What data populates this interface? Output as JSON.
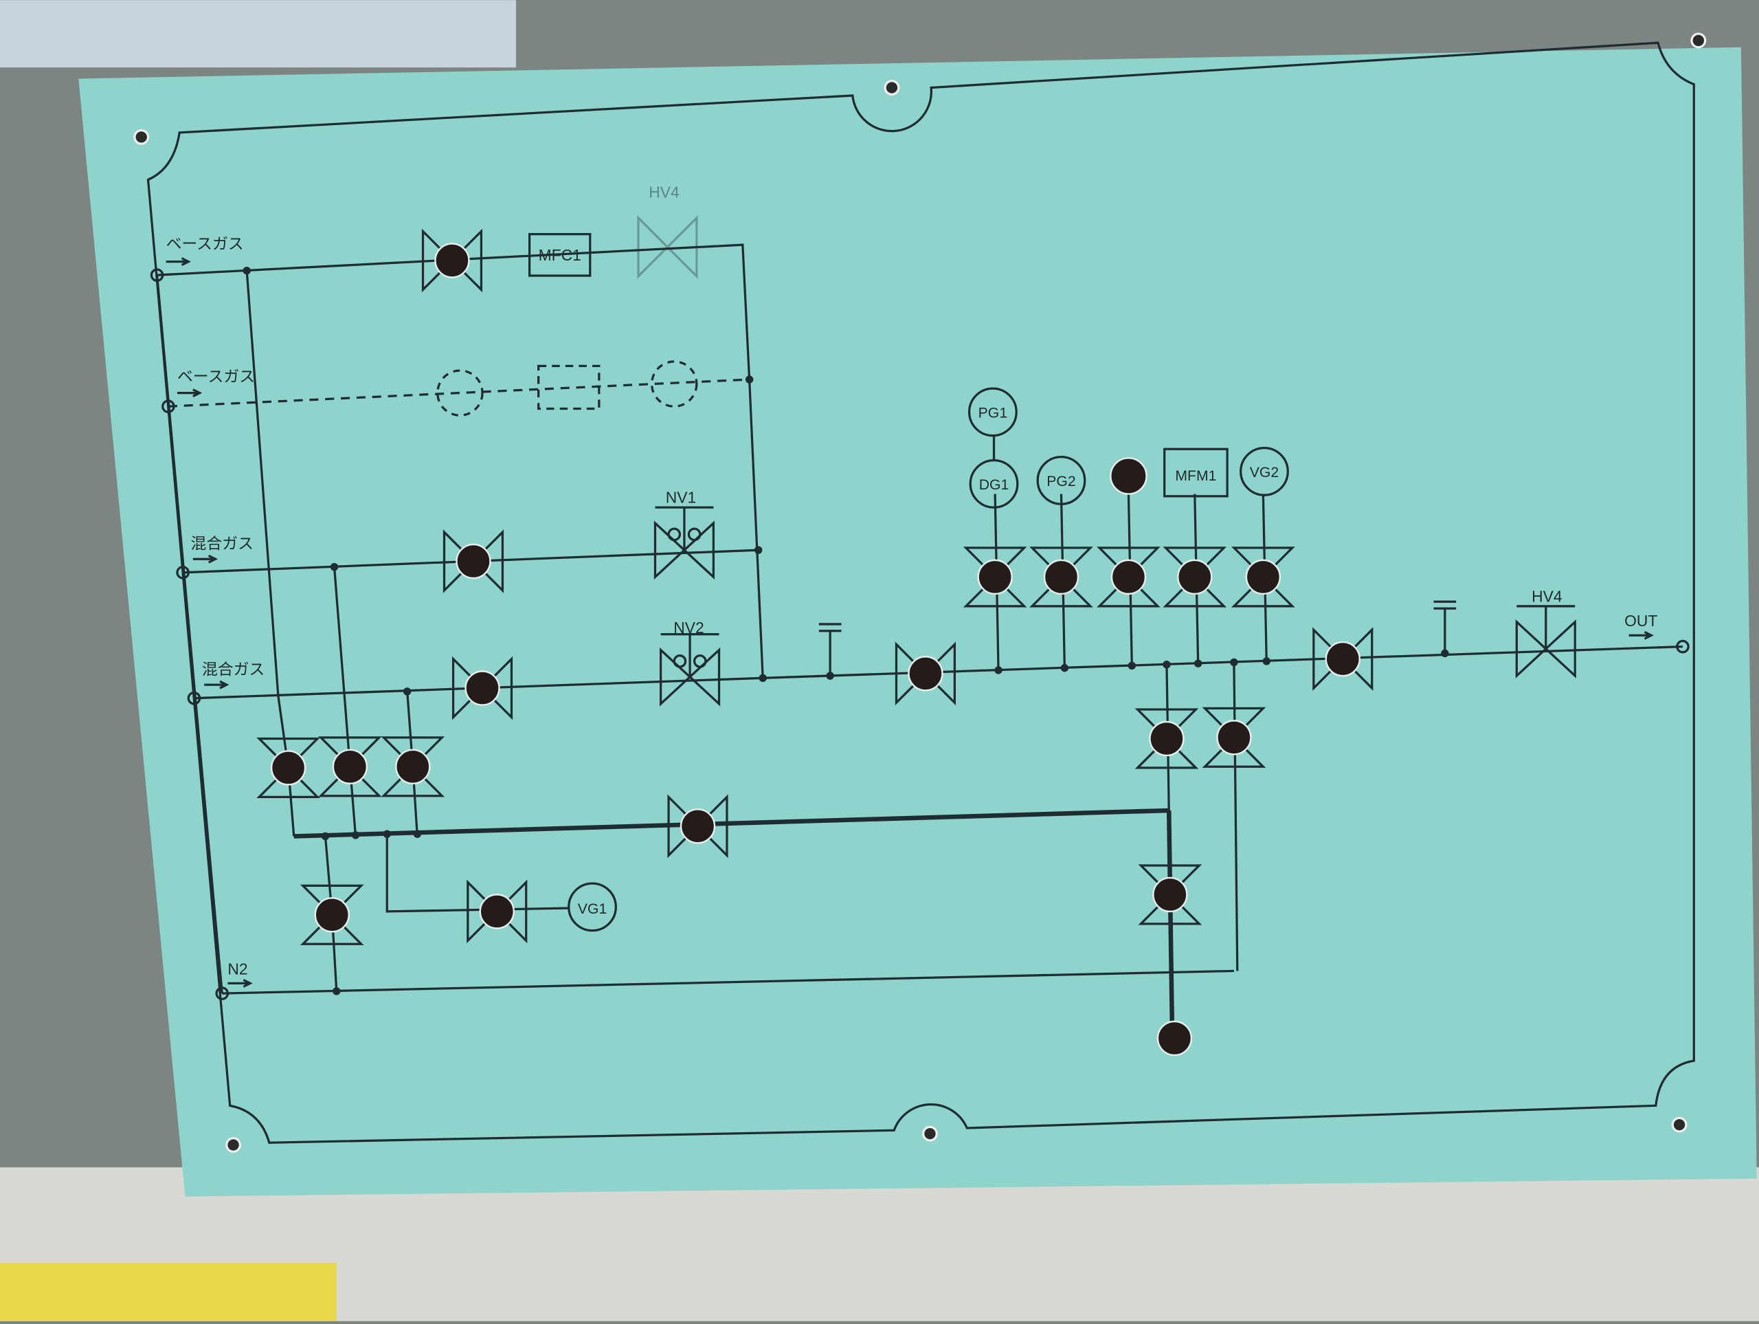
{
  "panel": {
    "colors": {
      "panel": "#8fd4cc",
      "line": "#1f2d33",
      "hole": "#231c18",
      "background": "#7d8582",
      "paper": "#d9d9d4"
    },
    "inlets": {
      "base_gas_1": "ベースガス",
      "base_gas_2": "ベースガス",
      "mixed_gas_1": "混合ガス",
      "mixed_gas_2": "混合ガス",
      "n2": "N2"
    },
    "outlet": "OUT",
    "components": {
      "mfc1": "MFC1",
      "hv4_top": "HV4",
      "hv4_out": "HV4",
      "nv1": "NV1",
      "nv2": "NV2",
      "pg1": "PG1",
      "dg1": "DG1",
      "pg2": "PG2",
      "mfm1": "MFM1",
      "vg2": "VG2",
      "vg1": "VG1"
    }
  }
}
